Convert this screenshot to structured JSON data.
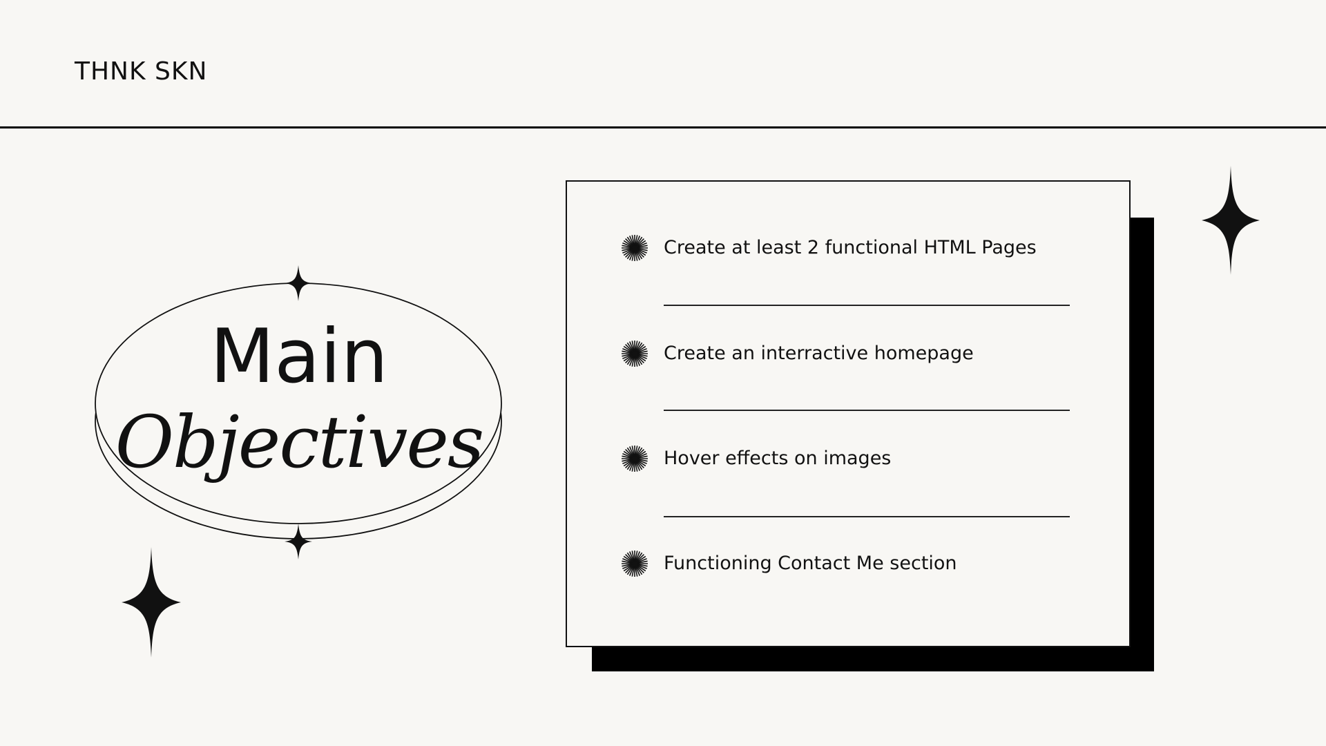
{
  "brand": "THNK SKN",
  "title": {
    "line1": "Main",
    "line2": "Objectives"
  },
  "objectives": [
    {
      "text": "Create at least 2 functional HTML Pages",
      "icon": "starburst-icon"
    },
    {
      "text": "Create an interractive homepage",
      "icon": "starburst-icon"
    },
    {
      "text": "Hover effects on images",
      "icon": "starburst-icon"
    },
    {
      "text": "Functioning Contact Me section",
      "icon": "starburst-icon"
    }
  ],
  "colors": {
    "background": "#f8f7f4",
    "ink": "#111111",
    "shadow": "#000000"
  }
}
